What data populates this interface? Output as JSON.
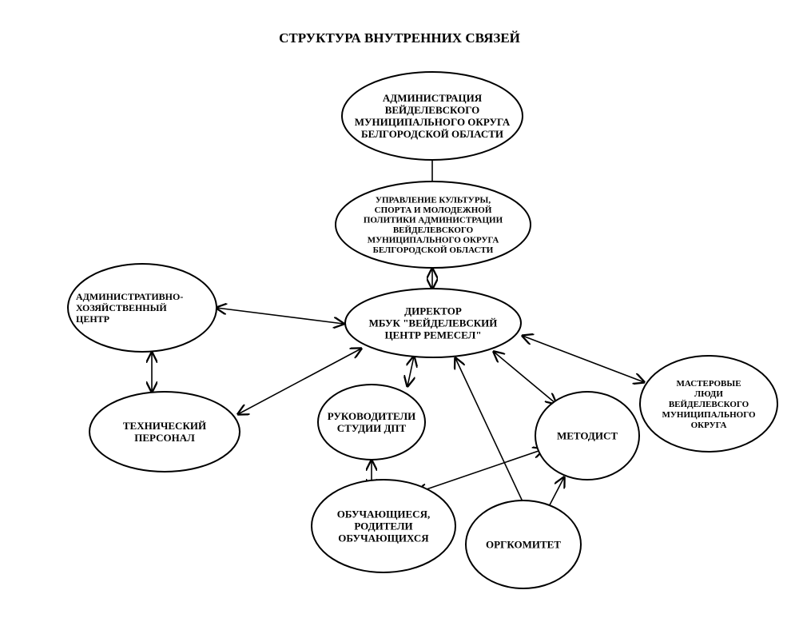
{
  "title": "СТРУКТУРА ВНУТРЕННИХ СВЯЗЕЙ",
  "nodes": {
    "admin": [
      "АДМИНИСТРАЦИЯ",
      "ВЕЙДЕЛЕВСКОГО",
      "МУНИЦИПАЛЬНОГО ОКРУГА",
      "БЕЛГОРОДСКОЙ ОБЛАСТИ"
    ],
    "upravlenie": [
      "УПРАВЛЕНИЕ КУЛЬТУРЫ,",
      "СПОРТА И МОЛОДЕЖНОЙ",
      "ПОЛИТИКИ АДМИНИСТРАЦИИ",
      "ВЕЙДЕЛЕВСКОГО",
      "МУНИЦИПАЛЬНОГО ОКРУГА",
      "БЕЛГОРОДСКОЙ ОБЛАСТИ"
    ],
    "director": [
      "ДИРЕКТОР",
      "МБУК \"ВЕЙДЕЛЕВСКИЙ",
      "ЦЕНТР РЕМЕСЕЛ\""
    ],
    "ahc": [
      "АДМИНИСТРАТИВНО-",
      "ХОЗЯЙСТВЕННЫЙ",
      "ЦЕНТР"
    ],
    "tech": [
      "ТЕХНИЧЕСКИЙ",
      "ПЕРСОНАЛ"
    ],
    "ruk": [
      "РУКОВОДИТЕЛИ",
      "СТУДИИ ДПТ"
    ],
    "obuch": [
      "ОБУЧАЮЩИЕСЯ,",
      "РОДИТЕЛИ",
      "ОБУЧАЮЩИХСЯ"
    ],
    "metodist": [
      "МЕТОДИСТ"
    ],
    "orgkomitet": [
      "ОРГКОМИТЕТ"
    ],
    "masterovye": [
      "МАСТЕРОВЫЕ",
      "ЛЮДИ",
      "ВЕЙДЕЛЕВСКОГО",
      "МУНИЦИПАЛЬНОГО",
      "ОКРУГА"
    ]
  }
}
